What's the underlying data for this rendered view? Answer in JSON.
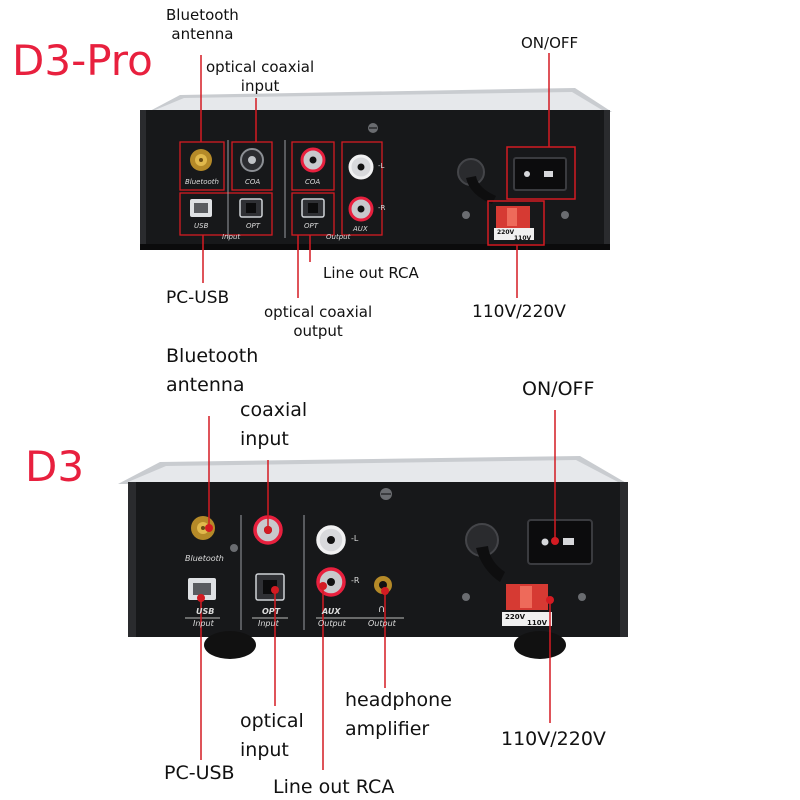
{
  "colors": {
    "accent": "#e8203e",
    "callout": "#d41b22",
    "chassis": "#17181a",
    "panel": "#202124"
  },
  "pro": {
    "title": "D3-Pro",
    "labels": {
      "bluetooth_antenna": "Bluetooth\nantenna",
      "optical_coaxial_input": "optical coaxial\ninput",
      "on_off": "ON/OFF",
      "line_out_rca": "Line out RCA",
      "pc_usb": "PC-USB",
      "optical_coaxial_output": "optical coaxial\noutput",
      "voltage": "110V/220V"
    },
    "silkscreen": {
      "bluetooth": "Bluetooth",
      "coa_in": "COA",
      "coa_out": "COA",
      "usb": "USB",
      "opt_in": "OPT",
      "opt_out": "OPT",
      "input": "Input",
      "output": "Output",
      "aux": "AUX",
      "ch_l": "-L",
      "ch_r": "-R",
      "v220": "220V",
      "v110": "110V"
    }
  },
  "d3": {
    "title": "D3",
    "labels": {
      "bluetooth_antenna": "Bluetooth\nantenna",
      "coaxial_input": "coaxial\ninput",
      "on_off": "ON/OFF",
      "headphone_amplifier": "headphone\namplifier",
      "optical_input": "optical\ninput",
      "pc_usb": "PC-USB",
      "line_out_rca": "Line out RCA",
      "voltage": "110V/220V"
    },
    "silkscreen": {
      "bluetooth": "Bluetooth",
      "usb": "USB",
      "input_usb": "Input",
      "opt": "OPT",
      "input_opt": "Input",
      "aux": "AUX",
      "output_aux": "Output",
      "output_hp": "Output",
      "ch_l": "-L",
      "ch_r": "-R",
      "v220": "220V",
      "v110": "110V"
    }
  }
}
